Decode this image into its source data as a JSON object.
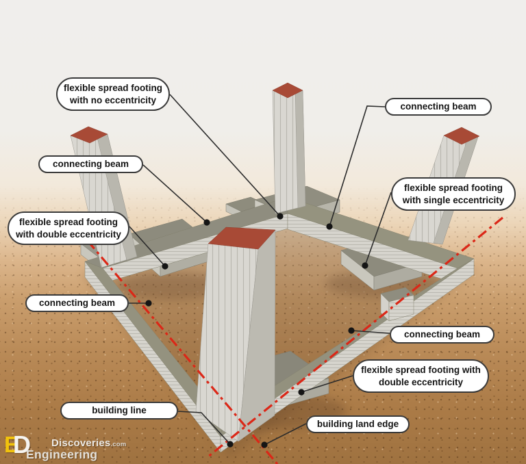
{
  "figure": {
    "description": "3D cutaway illustration of a building foundation: four corner columns on flexible spread footings joined by connecting beams, with building line and building land edge shown as red dash-dot lines"
  },
  "labels": [
    {
      "id": "footing-no-eccentricity",
      "text": "flexible spread footing with no eccentricity"
    },
    {
      "id": "connecting-beam-upper-left",
      "text": "connecting beam"
    },
    {
      "id": "connecting-beam-upper-right",
      "text": "connecting beam"
    },
    {
      "id": "footing-single-eccentricity",
      "text": "flexible spread footing with single eccentricity"
    },
    {
      "id": "footing-double-eccentricity-left",
      "text": "flexible spread footing with double eccentricity"
    },
    {
      "id": "connecting-beam-lower-left",
      "text": "connecting beam"
    },
    {
      "id": "connecting-beam-lower-right",
      "text": "connecting beam"
    },
    {
      "id": "footing-double-eccentricity-bottom",
      "text": "flexible spread footing with double eccentricity"
    },
    {
      "id": "building-line",
      "text": "building line"
    },
    {
      "id": "building-land-edge",
      "text": "building land edge"
    }
  ],
  "logo": {
    "monogram_e": "E",
    "monogram_d": "D",
    "brand_top": "Discoveries",
    "brand_top_suffix": ".com",
    "brand_bottom": "Engineering"
  },
  "colors": {
    "red_line": "#db2717",
    "column_top": "#a84a36",
    "footing_top": "#8d8b7d",
    "concrete_face": "#d9d7d1",
    "ground": "#ab7b47",
    "label_border": "#3a3a3a",
    "label_bg": "#ffffff",
    "label_text": "#141414",
    "logo_yellow": "#f2c30c"
  }
}
